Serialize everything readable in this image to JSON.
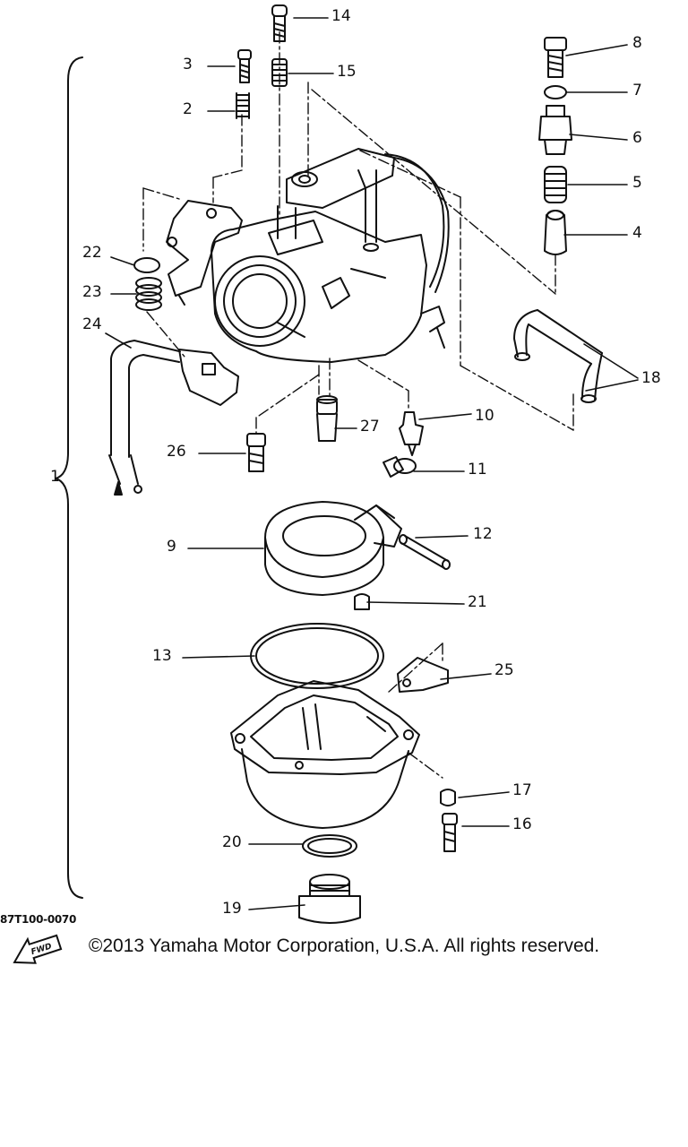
{
  "diagram": {
    "callouts": [
      {
        "id": "1",
        "label": "1"
      },
      {
        "id": "2",
        "label": "2"
      },
      {
        "id": "3",
        "label": "3"
      },
      {
        "id": "4",
        "label": "4"
      },
      {
        "id": "5",
        "label": "5"
      },
      {
        "id": "6",
        "label": "6"
      },
      {
        "id": "7",
        "label": "7"
      },
      {
        "id": "8",
        "label": "8"
      },
      {
        "id": "9",
        "label": "9"
      },
      {
        "id": "10",
        "label": "10"
      },
      {
        "id": "11",
        "label": "11"
      },
      {
        "id": "12",
        "label": "12"
      },
      {
        "id": "13",
        "label": "13"
      },
      {
        "id": "14",
        "label": "14"
      },
      {
        "id": "15",
        "label": "15"
      },
      {
        "id": "16",
        "label": "16"
      },
      {
        "id": "17",
        "label": "17"
      },
      {
        "id": "18",
        "label": "18"
      },
      {
        "id": "19",
        "label": "19"
      },
      {
        "id": "20",
        "label": "20"
      },
      {
        "id": "21",
        "label": "21"
      },
      {
        "id": "22",
        "label": "22"
      },
      {
        "id": "23",
        "label": "23"
      },
      {
        "id": "24",
        "label": "24"
      },
      {
        "id": "25",
        "label": "25"
      },
      {
        "id": "26",
        "label": "26"
      },
      {
        "id": "27",
        "label": "27"
      }
    ],
    "fwd_label": "FWD",
    "code": "87T100-0070"
  },
  "footer": {
    "copyright": "©2013 Yamaha Motor Corporation, U.S.A. All rights reserved."
  }
}
